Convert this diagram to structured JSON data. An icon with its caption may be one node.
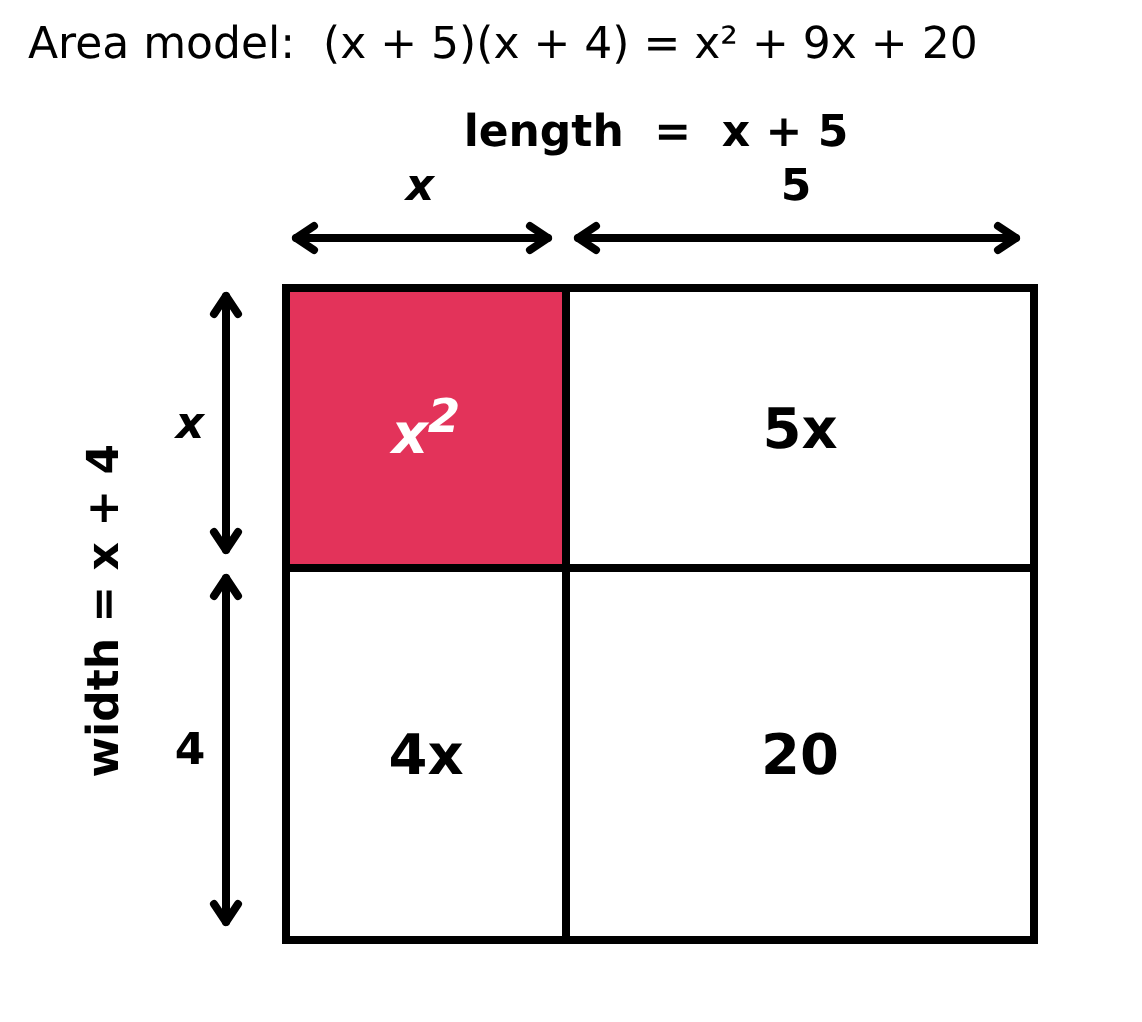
{
  "diagram": {
    "title": "Area model:  (x + 5)(x + 4) = x² + 9x + 20",
    "nodes": [
      {
        "text": [
          "x$^{2}$"
        ]
      },
      {
        "text": [
          "5x"
        ]
      },
      {
        "text": [
          "4x"
        ]
      },
      {
        "text": [
          "20"
        ]
      }
    ],
    "labels": [
      "length  =  x + 5",
      "*x*",
      "5",
      "width = x + 4",
      "*x*",
      "4"
    ]
  }
}
